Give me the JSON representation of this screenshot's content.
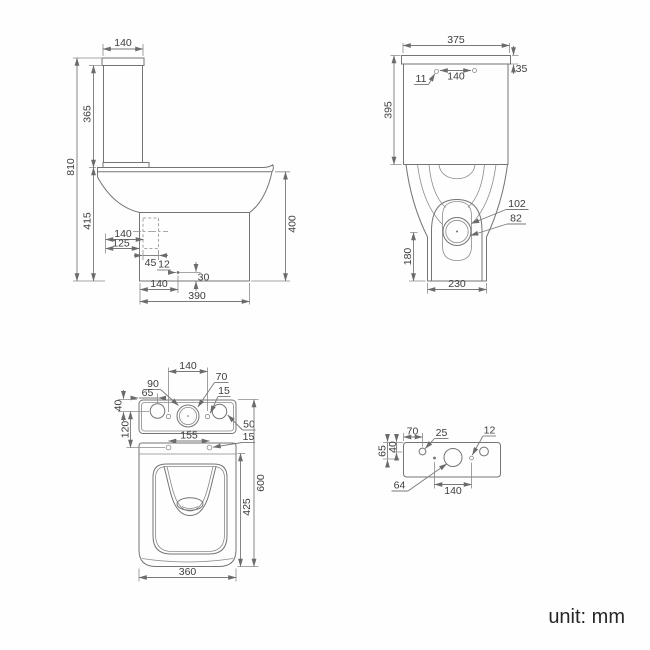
{
  "footer": {
    "unit_label": "unit: mm"
  },
  "views": {
    "side": {
      "title": "side-view",
      "dims": {
        "tank_width": "140",
        "total_height": "810",
        "tank_height": "365",
        "bowl_height": "415",
        "rim_height": "400",
        "outlet_from_wall": "140",
        "outlet_alt": "125",
        "outlet_width": "45",
        "drain_offset": "12",
        "drain_height": "30",
        "drain_from_front": "140",
        "base_depth": "390"
      }
    },
    "back": {
      "title": "back-view",
      "dims": {
        "tank_width": "375",
        "lid_height": "35",
        "hole_dia": "11",
        "hole_spacing": "140",
        "tank_height": "395",
        "outer_dia": "102",
        "inner_dia": "82",
        "inlet_height": "180",
        "base_width": "230"
      }
    },
    "top": {
      "title": "top-view",
      "dims": {
        "top_hole_spacing": "140",
        "flush_outer_dia": "90",
        "flush_inner_dia": "70",
        "small_hole_dia": "15",
        "valve_offset_x": "65",
        "valve_offset_y": "40",
        "seat_hole_offset": "120",
        "seat_hole_spacing": "155",
        "seat_hole_dia": "15",
        "valve_dia": "50",
        "total_depth": "600",
        "bowl_depth": "425",
        "bowl_width": "360"
      }
    },
    "plate": {
      "title": "fixing-plate-view",
      "dims": {
        "hole_offset_x": "70",
        "hole_dia": "25",
        "small_hole_dia": "12",
        "center_offset_y": "65",
        "hole_offset_y": "40",
        "center_dia": "64",
        "hole_spacing": "140"
      }
    }
  }
}
